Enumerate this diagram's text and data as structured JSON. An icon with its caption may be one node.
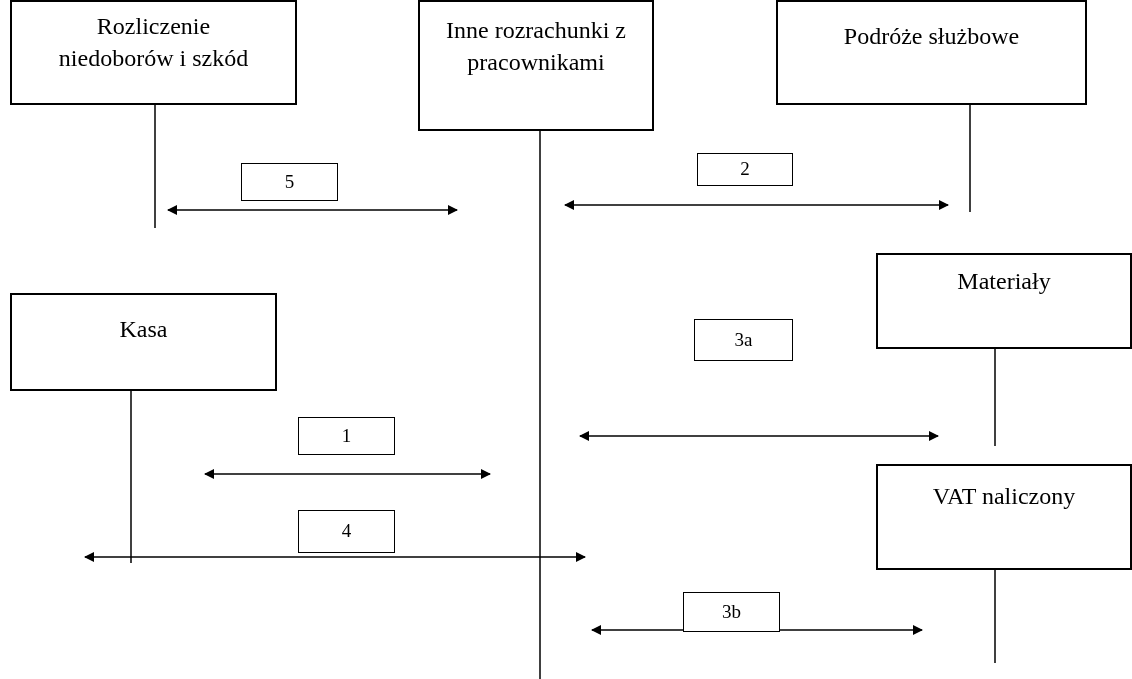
{
  "diagram": {
    "nodes": [
      {
        "text": [
          "Rozliczenie niedoborów i szkód"
        ]
      },
      {
        "text": [
          "Inne rozrachunki z pracownikami"
        ]
      },
      {
        "text": [
          "Podróże służbowe"
        ]
      },
      {
        "text": [
          "Materiały"
        ]
      },
      {
        "text": [
          "Kasa"
        ]
      },
      {
        "text": [
          "VAT naliczony"
        ]
      }
    ],
    "edges": [
      {
        "from": 0,
        "to": 1,
        "arrow": "both",
        "label": "5"
      },
      {
        "from": 1,
        "to": 2,
        "arrow": "both",
        "label": "2"
      },
      {
        "from": 1,
        "to": 3,
        "arrow": "both",
        "label": "3a"
      },
      {
        "from": 4,
        "to": 1,
        "arrow": "both",
        "label": "1"
      },
      {
        "from": 4,
        "to": 1,
        "arrow": "both",
        "label": "4"
      },
      {
        "from": 1,
        "to": 5,
        "arrow": "both",
        "label": "3b"
      }
    ]
  }
}
